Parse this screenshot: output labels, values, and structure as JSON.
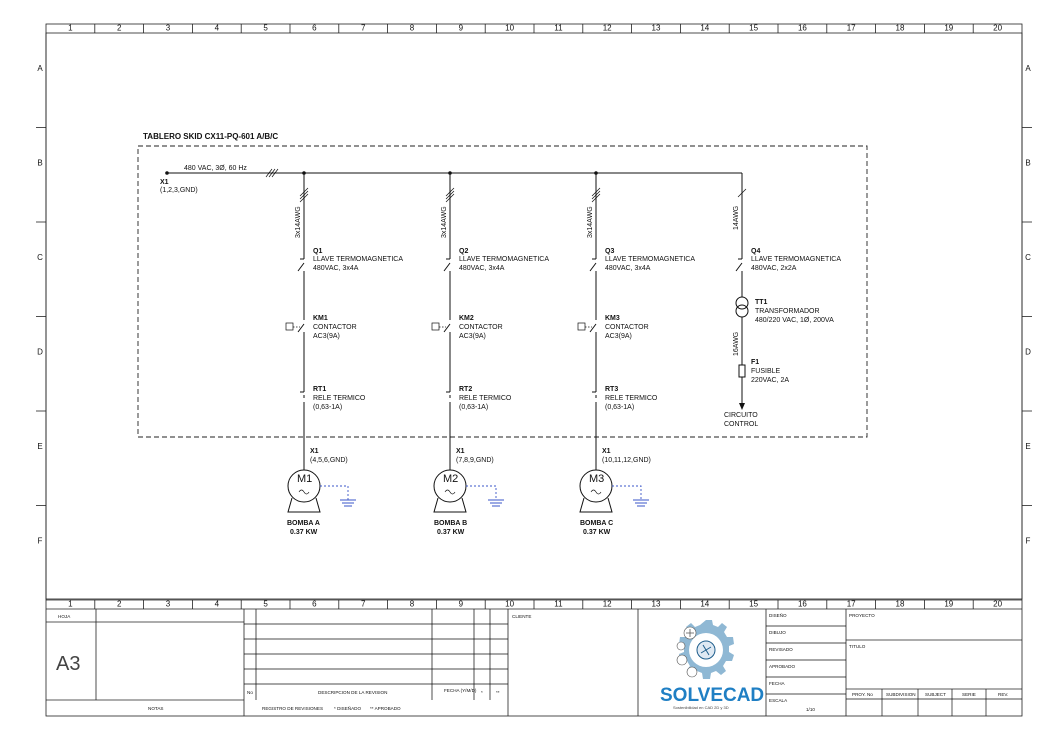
{
  "drawing": {
    "panel_title": "TABLERO SKID CX11-PQ-601 A/B/C",
    "supply": "480 VAC, 3Ø, 60 Hz",
    "terminal_main": {
      "tag": "X1",
      "desc": "(1,2,3,GND)"
    },
    "feeders": [
      {
        "cable": "3x14AWG",
        "breaker": {
          "tag": "Q1",
          "desc": "LLAVE TERMOMAGNETICA",
          "rating": "480VAC, 3x4A"
        },
        "contactor": {
          "tag": "KM1",
          "desc": "CONTACTOR",
          "rating": "AC3(9A)"
        },
        "relay": {
          "tag": "RT1",
          "desc": "RELE TERMICO",
          "rating": "(0,63-1A)"
        },
        "terminal": {
          "tag": "X1",
          "desc": "(4,5,6,GND)"
        },
        "motor": {
          "tag": "M1",
          "name": "BOMBA A",
          "power": "0.37 KW"
        }
      },
      {
        "cable": "3x14AWG",
        "breaker": {
          "tag": "Q2",
          "desc": "LLAVE TERMOMAGNETICA",
          "rating": "480VAC, 3x4A"
        },
        "contactor": {
          "tag": "KM2",
          "desc": "CONTACTOR",
          "rating": "AC3(9A)"
        },
        "relay": {
          "tag": "RT2",
          "desc": "RELE TERMICO",
          "rating": "(0,63-1A)"
        },
        "terminal": {
          "tag": "X1",
          "desc": "(7,8,9,GND)"
        },
        "motor": {
          "tag": "M2",
          "name": "BOMBA B",
          "power": "0.37 KW"
        }
      },
      {
        "cable": "3x14AWG",
        "breaker": {
          "tag": "Q3",
          "desc": "LLAVE TERMOMAGNETICA",
          "rating": "480VAC, 3x4A"
        },
        "contactor": {
          "tag": "KM3",
          "desc": "CONTACTOR",
          "rating": "AC3(9A)"
        },
        "relay": {
          "tag": "RT3",
          "desc": "RELE TERMICO",
          "rating": "(0,63-1A)"
        },
        "terminal": {
          "tag": "X1",
          "desc": "(10,11,12,GND)"
        },
        "motor": {
          "tag": "M3",
          "name": "BOMBA C",
          "power": "0.37 KW"
        }
      }
    ],
    "control": {
      "cable1": "14AWG",
      "breaker": {
        "tag": "Q4",
        "desc": "LLAVE TERMOMAGNETICA",
        "rating": "480VAC, 2x2A"
      },
      "transformer": {
        "tag": "TT1",
        "desc": "TRANSFORMADOR",
        "rating": "480/220 VAC, 1Ø, 200VA"
      },
      "cable2": "16AWG",
      "fuse": {
        "tag": "F1",
        "desc": "FUSIBLE",
        "rating": "220VAC, 2A"
      },
      "out1": "CIRCUITO",
      "out2": "CONTROL"
    }
  },
  "frame": {
    "columns": [
      "1",
      "2",
      "3",
      "4",
      "5",
      "6",
      "7",
      "8",
      "9",
      "10",
      "11",
      "12",
      "13",
      "14",
      "15",
      "16",
      "17",
      "18",
      "19",
      "20"
    ],
    "rows": [
      "A",
      "B",
      "C",
      "D",
      "E",
      "F"
    ]
  },
  "titleblock": {
    "hoja": "HOJA",
    "size": "A3",
    "notas": "NOTAS",
    "rev_no": "No",
    "rev_desc": "DESCRIPCION DE LA REVISION",
    "rev_fecha": "FECHA (Y/M/D)",
    "rev_star": "*",
    "rev_star2": "**",
    "registro": "REGISTRO DE REVISIONES",
    "disenado": "* DISEÑADO",
    "aprobado": "** APROBADO",
    "cliente": "CLIENTE",
    "logo": "SOLVECAD",
    "logo_sub": "Sostenibilidad en CAD 2D y 3D",
    "diseno": "DISEÑO",
    "dibujo": "DIBUJO",
    "revisado": "REVISADO",
    "aprobado_lbl": "APROBADO",
    "fecha": "FECHA",
    "escala": "ESCALA",
    "escala_val": "1/10",
    "proyecto": "PROYECTO",
    "titulo": "TITULO",
    "proy_no": "PROY. No",
    "subdivision": "SUBDIVISION",
    "subject": "SUBJECT",
    "serie": "SERIE",
    "rev": "REV."
  }
}
